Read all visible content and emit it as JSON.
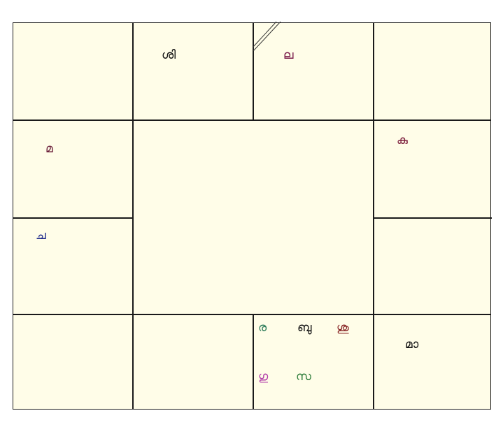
{
  "chart": {
    "houses": {
      "top_1": {
        "planets": []
      },
      "top_2": {
        "planets": [
          {
            "text": "ശി",
            "color": "#111111"
          }
        ]
      },
      "top_3": {
        "planets": [
          {
            "text": "ല",
            "color": "#7a1a4a"
          }
        ],
        "lagna": true
      },
      "top_4": {
        "planets": []
      },
      "left_1": {
        "planets": [
          {
            "text": "മ",
            "color": "#6b1f3a"
          }
        ]
      },
      "left_2": {
        "planets": [
          {
            "text": "ച",
            "color": "#1f2a8c"
          }
        ]
      },
      "right_1": {
        "planets": [
          {
            "text": "കു",
            "color": "#7a1a3a"
          }
        ]
      },
      "right_2": {
        "planets": []
      },
      "bottom_1": {
        "planets": []
      },
      "bottom_2": {
        "planets": []
      },
      "bottom_3": {
        "planets": [
          {
            "text": "ര",
            "color": "#2e7d5a"
          },
          {
            "text": "ബു",
            "color": "#111111"
          },
          {
            "text": "ശു",
            "color": "#8b2a2a"
          },
          {
            "text": "ഗു",
            "color": "#b03aa8"
          },
          {
            "text": "സ",
            "color": "#2e7d3a"
          }
        ]
      },
      "bottom_4": {
        "planets": [
          {
            "text": "മാ",
            "color": "#111111"
          }
        ]
      }
    }
  }
}
